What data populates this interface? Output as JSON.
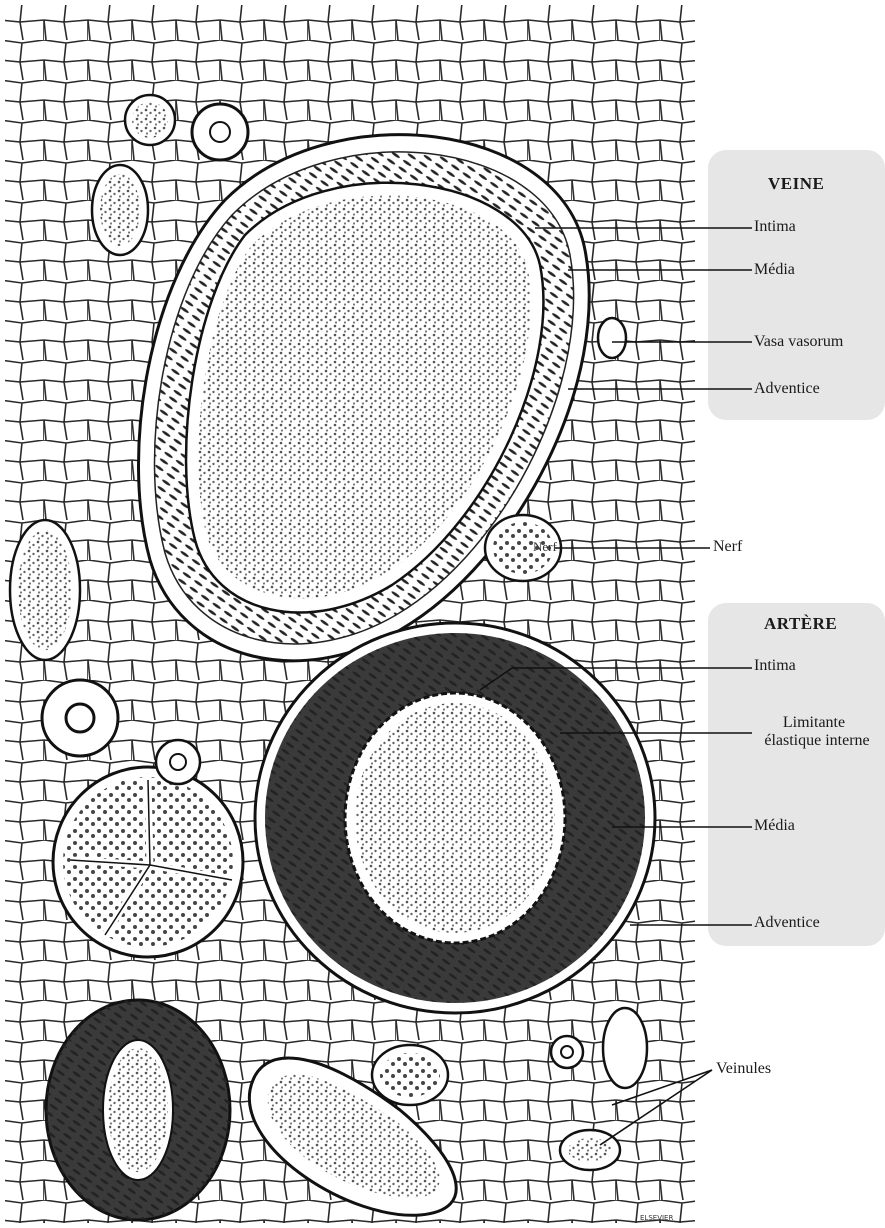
{
  "veine": {
    "title": "VEINE",
    "labels": {
      "intima": "Intima",
      "media": "Média",
      "vasa_vasorum": "Vasa vasorum",
      "adventice": "Adventice"
    }
  },
  "nerf": {
    "label": "Nerf",
    "inner_label": "Nerf"
  },
  "artere": {
    "title": "ARTÈRE",
    "labels": {
      "intima": "Intima",
      "limitante_line1": "Limitante",
      "limitante_line2": "élastique interne",
      "media": "Média",
      "adventice": "Adventice"
    }
  },
  "veinules": {
    "label": "Veinules"
  },
  "corner_mark": "ELSEVIER"
}
